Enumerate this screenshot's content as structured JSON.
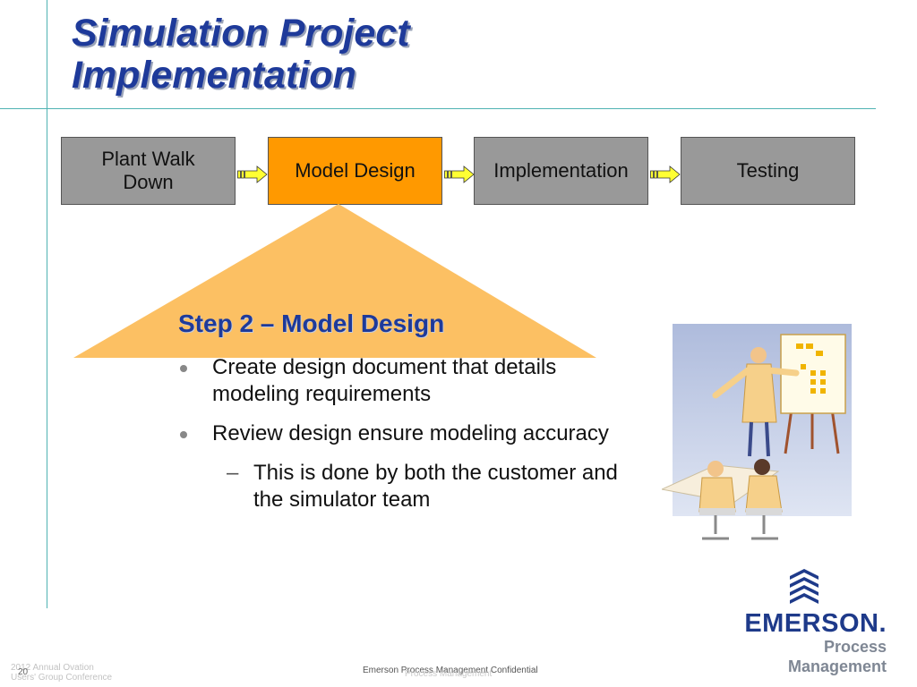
{
  "title": {
    "line1": "Simulation Project",
    "line2": "Implementation"
  },
  "process_steps": [
    {
      "label": "Plant Walk Down",
      "state": "inactive"
    },
    {
      "label": "Model Design",
      "state": "active"
    },
    {
      "label": "Implementation",
      "state": "inactive"
    },
    {
      "label": "Testing",
      "state": "inactive"
    }
  ],
  "content": {
    "heading": "Step 2 – Model Design",
    "bullets": [
      "Create design document that details modeling requirements",
      "Review design ensure modeling accuracy"
    ],
    "sub_bullet": "This is done by both the customer and the simulator team",
    "sub_marker": "–"
  },
  "logo": {
    "name": "EMERSON.",
    "division": "Process Management"
  },
  "footer": {
    "conference_line1": "2012 Annual Ovation",
    "conference_line2": "Users' Group Conference",
    "page_number": "20",
    "confidential": "Emerson Process Management Confidential",
    "ghost_text": "Process Management"
  },
  "colors": {
    "title_blue": "#1e3a9a",
    "active_step": "#ff9900",
    "inactive_step": "#999999",
    "arrow_fill": "#ffff33",
    "accent_line": "#4fb3b3",
    "triangle": "#fcc063"
  },
  "icons": [
    "step-arrow-icon",
    "presentation-illustration",
    "emerson-logo-icon"
  ]
}
